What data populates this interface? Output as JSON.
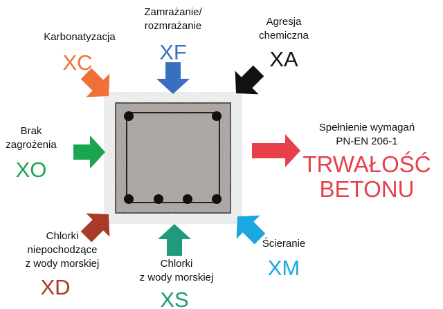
{
  "colors": {
    "xc": "#f07038",
    "xf": "#3a6fc0",
    "xa": "#111111",
    "xo": "#1aa550",
    "result": "#e8404a",
    "xd": "#a83a2c",
    "xs": "#1f9a7a",
    "xm": "#1aa8e0"
  },
  "classes": [
    {
      "key": "xc",
      "code": "XC",
      "label": [
        "Karbonatyzacja"
      ]
    },
    {
      "key": "xf",
      "code": "XF",
      "label": [
        "Zamrażanie/",
        "rozmrażanie"
      ]
    },
    {
      "key": "xa",
      "code": "XA",
      "label": [
        "Agresja",
        "chemiczna"
      ]
    },
    {
      "key": "xo",
      "code": "XO",
      "label": [
        "Brak",
        "zagrożenia"
      ]
    },
    {
      "key": "xd",
      "code": "XD",
      "label": [
        "Chlorki",
        "niepochodzące",
        "z wody morskiej"
      ]
    },
    {
      "key": "xs",
      "code": "XS",
      "label": [
        "Chlorki",
        "z wody morskiej"
      ]
    },
    {
      "key": "xm",
      "code": "XM",
      "label": [
        "Ścieranie"
      ]
    }
  ],
  "result": {
    "label": [
      "Spełnienie wymagań",
      "PN-EN 206-1"
    ],
    "title": [
      "TRWAŁOŚĆ",
      "BETONU"
    ]
  }
}
